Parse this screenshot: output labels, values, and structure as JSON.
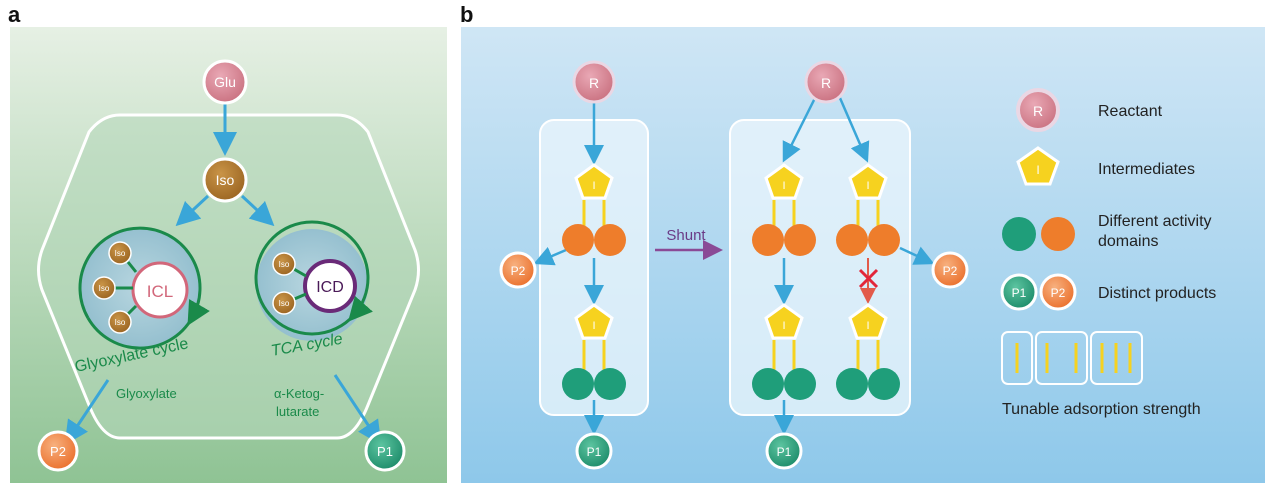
{
  "panel_a": {
    "letter": "a",
    "glu": "Glu",
    "iso": "Iso",
    "iso_small": "Iso",
    "icl": "ICL",
    "icd": "ICD",
    "glyoxylate_cycle": "Glyoxylate cycle",
    "tca_cycle": "TCA cycle",
    "glyoxylate": "Glyoxylate",
    "akg_line1": "α-Ketog-",
    "akg_line2": "lutarate",
    "p2": "P2",
    "p1": "P1"
  },
  "panel_b": {
    "letter": "b",
    "reactant_symbol": "R",
    "intermediate_symbol": "I",
    "p1": "P1",
    "p2": "P2",
    "shunt": "Shunt",
    "legend": {
      "reactant": "Reactant",
      "intermediates": "Intermediates",
      "domains_line1": "Different activity",
      "domains_line2": "domains",
      "products": "Distinct products",
      "tunable": "Tunable adsorption strength"
    }
  },
  "colors": {
    "green_cycle": "#1a8a4a",
    "arrow_blue": "#3aa6d8",
    "orange": "#ee7d2b",
    "teal": "#1f9e7a",
    "yellow": "#f6d21f",
    "pink": "#d98a99",
    "brown": "#b07a2c",
    "purple": "#8a4a96"
  }
}
